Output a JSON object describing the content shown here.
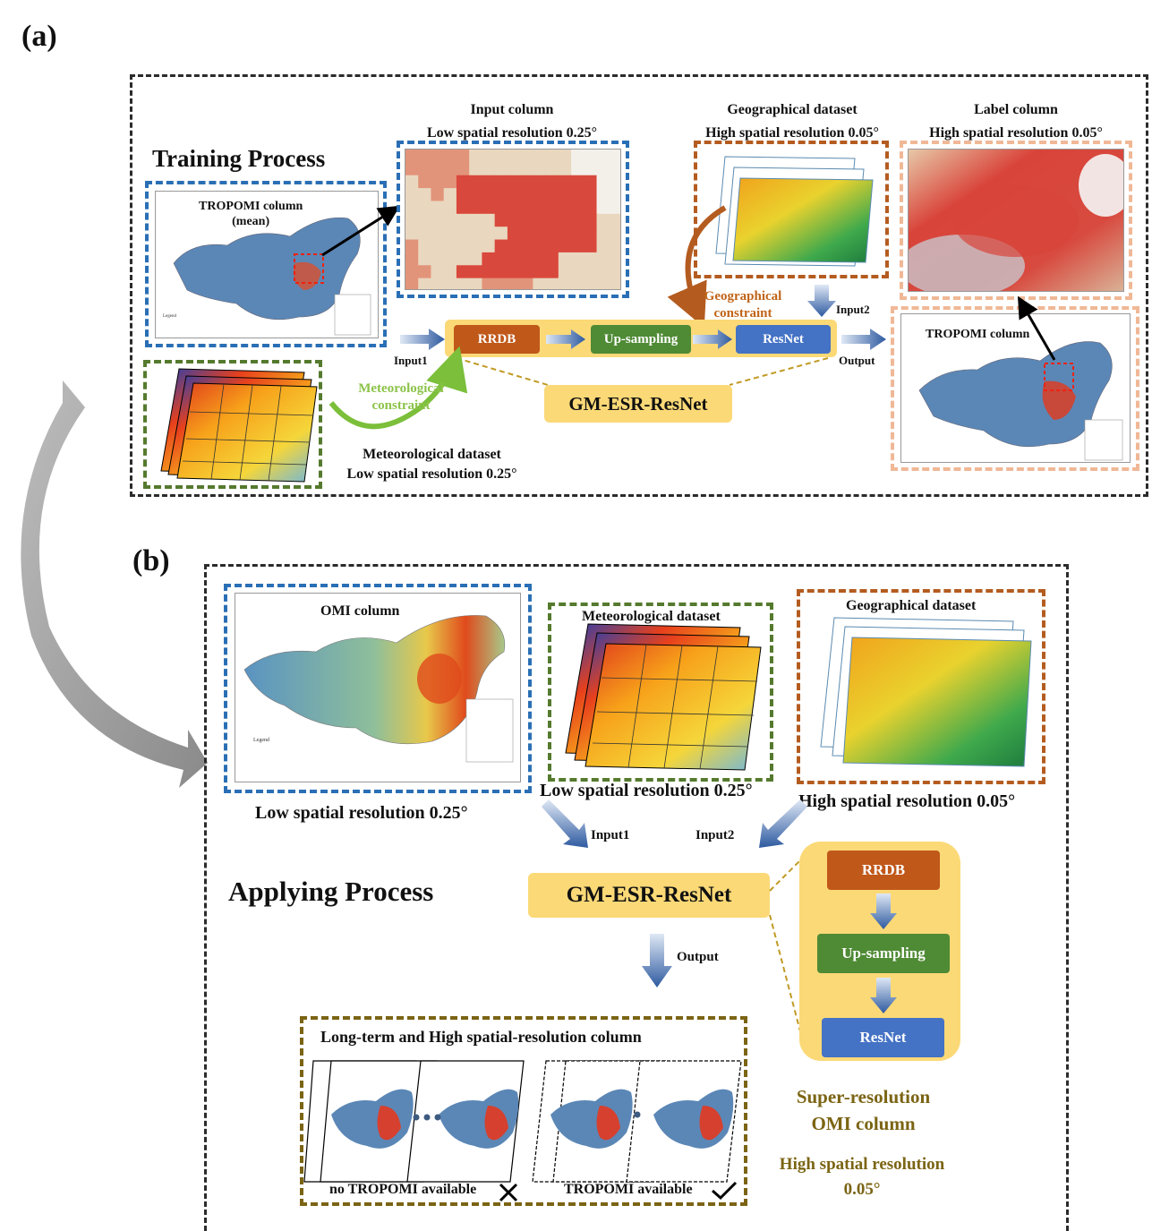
{
  "panel_a": {
    "label": "(a)",
    "title": "Training Process",
    "tropomi_mean_line1": "TROPOMI column",
    "tropomi_mean_line2": "(mean)",
    "input_column_line1": "Input column",
    "input_column_line2": "Low spatial resolution 0.25°",
    "geo_line1": "Geographical dataset",
    "geo_line2": "High spatial resolution 0.05°",
    "label_line1": "Label column",
    "label_line2": "High spatial resolution 0.05°",
    "geo_constraint_line1": "Geographical",
    "geo_constraint_line2": "constraint",
    "input2": "Input2",
    "input1": "Input1",
    "output": "Output",
    "rrdb": "RRDB",
    "upsampling": "Up-sampling",
    "resnet": "ResNet",
    "model": "GM-ESR-ResNet",
    "met_constraint_line1": "Meteorological",
    "met_constraint_line2": "constraint",
    "met_line1": "Meteorological dataset",
    "met_line2": "Low spatial resolution 0.25°",
    "tropomi_output": "TROPOMI column"
  },
  "panel_b": {
    "label": "(b)",
    "title": "Applying Process",
    "omi_column": "OMI column",
    "omi_res": "Low spatial resolution 0.25°",
    "met_title": "Meteorological dataset",
    "met_res": "Low spatial resolution 0.25°",
    "geo_title": "Geographical dataset",
    "geo_res": "High spatial resolution 0.05°",
    "input1": "Input1",
    "input2": "Input2",
    "model": "GM-ESR-ResNet",
    "output": "Output",
    "rrdb": "RRDB",
    "upsampling": "Up-sampling",
    "resnet": "ResNet",
    "longterm_title": "Long-term and High spatial-resolution column",
    "no_tropomi": "no TROPOMI available",
    "tropomi_avail": "TROPOMI available",
    "sr_line1": "Super-resolution",
    "sr_line2": "OMI column",
    "hsr_line1": "High spatial resolution",
    "hsr_line2": "0.05°"
  },
  "colors": {
    "rrdb": "#c0581a",
    "upsampling": "#4f8a35",
    "resnet": "#4472c4",
    "model_bg": "#fbd977",
    "flow_arrow": "#2e5aa0",
    "olive_text": "#7b6414",
    "geo_text": "#b45c20",
    "met_text": "#8cc34a"
  }
}
